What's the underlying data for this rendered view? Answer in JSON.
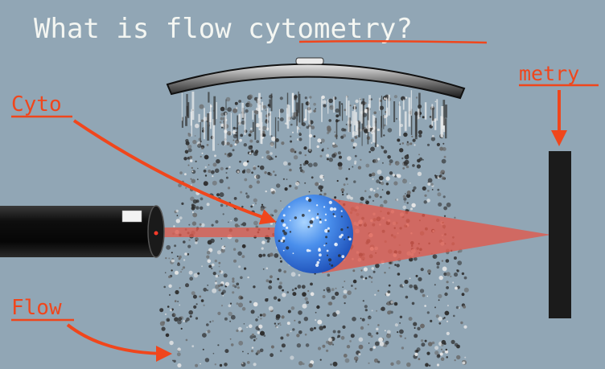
{
  "title": {
    "lead": "What is flow ",
    "emphasis": "cytometry",
    "trail": "?"
  },
  "labels": {
    "cyto": "Cyto",
    "flow": "Flow",
    "metry": "metry"
  },
  "colors": {
    "background": "#91a6b5",
    "annotation": "#f0461c",
    "chalk": "#f4f6f2",
    "laser_beam": "#e2584a",
    "cell": "#3d86e8",
    "detector": "#1b1b1b"
  },
  "icons": {
    "shower": "shower-head-icon",
    "laser": "laser-cylinder-icon",
    "cell": "cell-sphere-icon",
    "detector": "detector-bar-icon"
  }
}
